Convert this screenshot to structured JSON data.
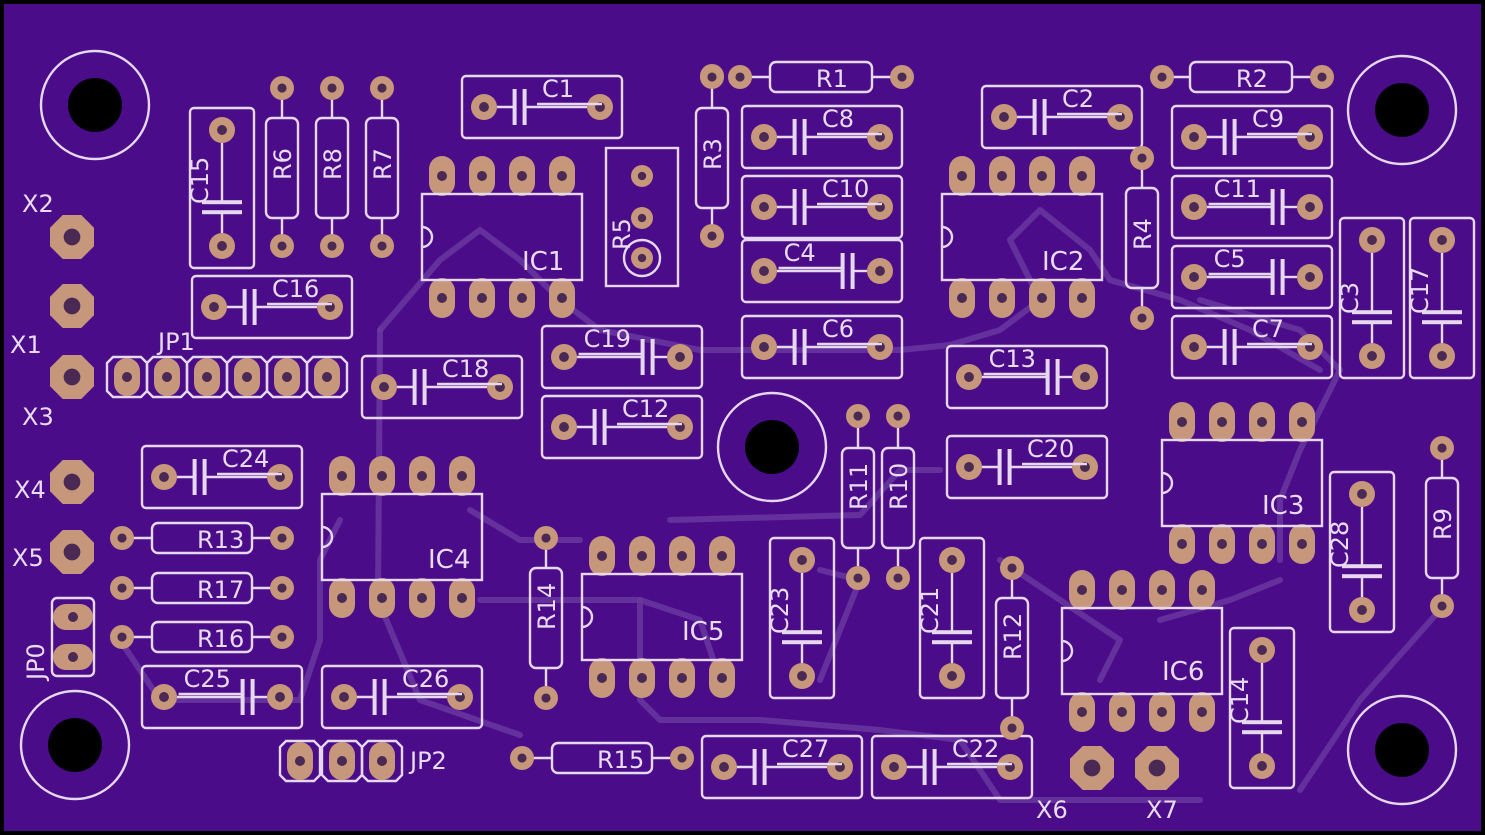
{
  "colors": {
    "board": "#4b0c8a",
    "board_edge": "#000000",
    "silkscreen": "#e6d8ef",
    "pad_copper": "#c7977b",
    "trace": "#6a3aa0"
  },
  "components": {
    "ics": [
      "IC1",
      "IC2",
      "IC3",
      "IC4",
      "IC5",
      "IC6"
    ],
    "resistors": [
      "R1",
      "R2",
      "R3",
      "R4",
      "R5",
      "R6",
      "R7",
      "R8",
      "R9",
      "R10",
      "R11",
      "R12",
      "R13",
      "R14",
      "R15",
      "R16",
      "R17"
    ],
    "capacitors": [
      "C1",
      "C2",
      "C3",
      "C4",
      "C5",
      "C6",
      "C7",
      "C8",
      "C9",
      "C10",
      "C11",
      "C12",
      "C13",
      "C14",
      "C15",
      "C16",
      "C17",
      "C18",
      "C19",
      "C20",
      "C21",
      "C22",
      "C23",
      "C24",
      "C25",
      "C26",
      "C27",
      "C28"
    ],
    "connectors": [
      "X1",
      "X2",
      "X3",
      "X4",
      "X5",
      "X6",
      "X7"
    ],
    "jumpers": [
      "JP0",
      "JP1",
      "JP2"
    ]
  }
}
